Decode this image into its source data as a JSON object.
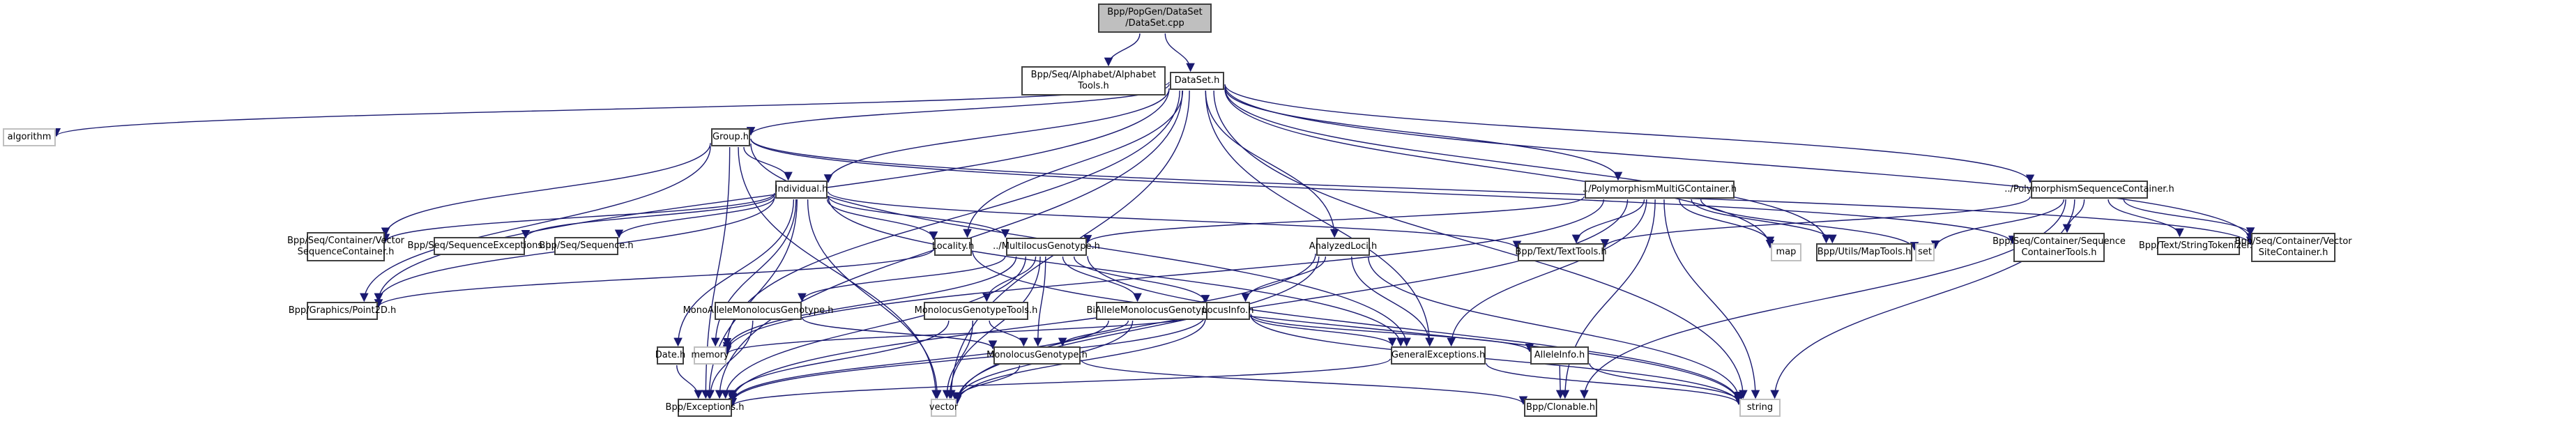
{
  "title": "Include dependency graph for DataSet.cpp",
  "colors": {
    "edge": "#191970",
    "root_fill": "#bfbfbf",
    "node_border": "#404040",
    "system_border": "#bfbfbf"
  },
  "nodes": [
    {
      "id": "root",
      "label": "Bpp/PopGen/DataSet\n/DataSet.cpp",
      "kind": "root"
    },
    {
      "id": "alphabettools",
      "label": "Bpp/Seq/Alphabet/Alphabet\nTools.h",
      "kind": "file"
    },
    {
      "id": "dataset",
      "label": "DataSet.h",
      "kind": "file"
    },
    {
      "id": "algorithm",
      "label": "algorithm",
      "kind": "system"
    },
    {
      "id": "group",
      "label": "Group.h",
      "kind": "file"
    },
    {
      "id": "individual",
      "label": "Individual.h",
      "kind": "file"
    },
    {
      "id": "pmgc",
      "label": "../PolymorphismMultiGContainer.h",
      "kind": "file"
    },
    {
      "id": "psc",
      "label": "../PolymorphismSequenceContainer.h",
      "kind": "file"
    },
    {
      "id": "vsc",
      "label": "Bpp/Seq/Container/Vector\nSequenceContainer.h",
      "kind": "file"
    },
    {
      "id": "seqexc",
      "label": "Bpp/Seq/SequenceExceptions.h",
      "kind": "file"
    },
    {
      "id": "sequence",
      "label": "Bpp/Seq/Sequence.h",
      "kind": "file"
    },
    {
      "id": "locality",
      "label": "Locality.h",
      "kind": "file"
    },
    {
      "id": "mlg",
      "label": "../MultilocusGenotype.h",
      "kind": "file"
    },
    {
      "id": "analyzedloci",
      "label": "AnalyzedLoci.h",
      "kind": "file"
    },
    {
      "id": "texttools",
      "label": "Bpp/Text/TextTools.h",
      "kind": "file"
    },
    {
      "id": "map",
      "label": "map",
      "kind": "system"
    },
    {
      "id": "maptools",
      "label": "Bpp/Utils/MapTools.h",
      "kind": "file"
    },
    {
      "id": "set",
      "label": "set",
      "kind": "system"
    },
    {
      "id": "sct",
      "label": "Bpp/Seq/Container/Sequence\nContainerTools.h",
      "kind": "file"
    },
    {
      "id": "tokenizer",
      "label": "Bpp/Text/StringTokenizer.h",
      "kind": "file"
    },
    {
      "id": "vsitec",
      "label": "Bpp/Seq/Container/Vector\nSiteContainer.h",
      "kind": "file"
    },
    {
      "id": "point2d",
      "label": "Bpp/Graphics/Point2D.h",
      "kind": "file"
    },
    {
      "id": "monoallele",
      "label": "MonoAlleleMonolocusGenotype.h",
      "kind": "file"
    },
    {
      "id": "mgtools",
      "label": "MonolocusGenotypeTools.h",
      "kind": "file"
    },
    {
      "id": "biallele",
      "label": "BiAlleleMonolocusGenotype.h",
      "kind": "file"
    },
    {
      "id": "locusinfo",
      "label": "LocusInfo.h",
      "kind": "file"
    },
    {
      "id": "date",
      "label": "Date.h",
      "kind": "file"
    },
    {
      "id": "memory",
      "label": "memory",
      "kind": "system"
    },
    {
      "id": "mg",
      "label": "MonolocusGenotype.h",
      "kind": "file"
    },
    {
      "id": "genexc",
      "label": "GeneralExceptions.h",
      "kind": "file"
    },
    {
      "id": "alleleinfo",
      "label": "AlleleInfo.h",
      "kind": "file"
    },
    {
      "id": "exceptions",
      "label": "Bpp/Exceptions.h",
      "kind": "file"
    },
    {
      "id": "vector",
      "label": "vector",
      "kind": "system"
    },
    {
      "id": "clonable",
      "label": "Bpp/Clonable.h",
      "kind": "file"
    },
    {
      "id": "string",
      "label": "string",
      "kind": "system"
    }
  ],
  "edges": [
    [
      "root",
      "alphabettools"
    ],
    [
      "root",
      "dataset"
    ],
    [
      "dataset",
      "algorithm"
    ],
    [
      "dataset",
      "group"
    ],
    [
      "dataset",
      "individual"
    ],
    [
      "dataset",
      "pmgc"
    ],
    [
      "dataset",
      "psc"
    ],
    [
      "dataset",
      "locality"
    ],
    [
      "dataset",
      "analyzedloci"
    ],
    [
      "dataset",
      "map"
    ],
    [
      "dataset",
      "maptools"
    ],
    [
      "dataset",
      "genexc"
    ],
    [
      "dataset",
      "exceptions"
    ],
    [
      "dataset",
      "point2d"
    ],
    [
      "dataset",
      "vector"
    ],
    [
      "dataset",
      "string"
    ],
    [
      "dataset",
      "vsitec"
    ],
    [
      "dataset",
      "memory"
    ],
    [
      "group",
      "individual"
    ],
    [
      "group",
      "vsc"
    ],
    [
      "group",
      "point2d"
    ],
    [
      "group",
      "genexc"
    ],
    [
      "group",
      "exceptions"
    ],
    [
      "group",
      "sct"
    ],
    [
      "group",
      "vsitec"
    ],
    [
      "group",
      "vector"
    ],
    [
      "individual",
      "vsc"
    ],
    [
      "individual",
      "seqexc"
    ],
    [
      "individual",
      "sequence"
    ],
    [
      "individual",
      "locality"
    ],
    [
      "individual",
      "mlg"
    ],
    [
      "individual",
      "texttools"
    ],
    [
      "individual",
      "point2d"
    ],
    [
      "individual",
      "date"
    ],
    [
      "individual",
      "memory"
    ],
    [
      "individual",
      "genexc"
    ],
    [
      "individual",
      "exceptions"
    ],
    [
      "individual",
      "vector"
    ],
    [
      "pmgc",
      "mlg"
    ],
    [
      "pmgc",
      "texttools"
    ],
    [
      "pmgc",
      "map"
    ],
    [
      "pmgc",
      "maptools"
    ],
    [
      "pmgc",
      "set"
    ],
    [
      "pmgc",
      "genexc"
    ],
    [
      "pmgc",
      "clonable"
    ],
    [
      "pmgc",
      "vector"
    ],
    [
      "pmgc",
      "string"
    ],
    [
      "pmgc",
      "memory"
    ],
    [
      "psc",
      "texttools"
    ],
    [
      "psc",
      "set"
    ],
    [
      "psc",
      "sct"
    ],
    [
      "psc",
      "tokenizer"
    ],
    [
      "psc",
      "vsitec"
    ],
    [
      "psc",
      "clonable"
    ],
    [
      "psc",
      "string"
    ],
    [
      "locality",
      "point2d"
    ],
    [
      "locality",
      "string"
    ],
    [
      "mlg",
      "monoallele"
    ],
    [
      "mlg",
      "mgtools"
    ],
    [
      "mlg",
      "biallele"
    ],
    [
      "mlg",
      "mg"
    ],
    [
      "mlg",
      "locusinfo"
    ],
    [
      "mlg",
      "exceptions"
    ],
    [
      "mlg",
      "vector"
    ],
    [
      "mlg",
      "memory"
    ],
    [
      "mlg",
      "string"
    ],
    [
      "analyzedloci",
      "locusinfo"
    ],
    [
      "analyzedloci",
      "genexc"
    ],
    [
      "analyzedloci",
      "exceptions"
    ],
    [
      "analyzedloci",
      "vector"
    ],
    [
      "analyzedloci",
      "string"
    ],
    [
      "monoallele",
      "mg"
    ],
    [
      "monoallele",
      "exceptions"
    ],
    [
      "mgtools",
      "mg"
    ],
    [
      "mgtools",
      "exceptions"
    ],
    [
      "mgtools",
      "vector"
    ],
    [
      "biallele",
      "mg"
    ],
    [
      "biallele",
      "exceptions"
    ],
    [
      "biallele",
      "vector"
    ],
    [
      "locusinfo",
      "genexc"
    ],
    [
      "locusinfo",
      "alleleinfo"
    ],
    [
      "locusinfo",
      "exceptions"
    ],
    [
      "locusinfo",
      "vector"
    ],
    [
      "locusinfo",
      "string"
    ],
    [
      "locusinfo",
      "memory"
    ],
    [
      "date",
      "exceptions"
    ],
    [
      "mg",
      "vector"
    ],
    [
      "mg",
      "clonable"
    ],
    [
      "genexc",
      "exceptions"
    ],
    [
      "genexc",
      "string"
    ],
    [
      "alleleinfo",
      "clonable"
    ],
    [
      "alleleinfo",
      "string"
    ]
  ]
}
